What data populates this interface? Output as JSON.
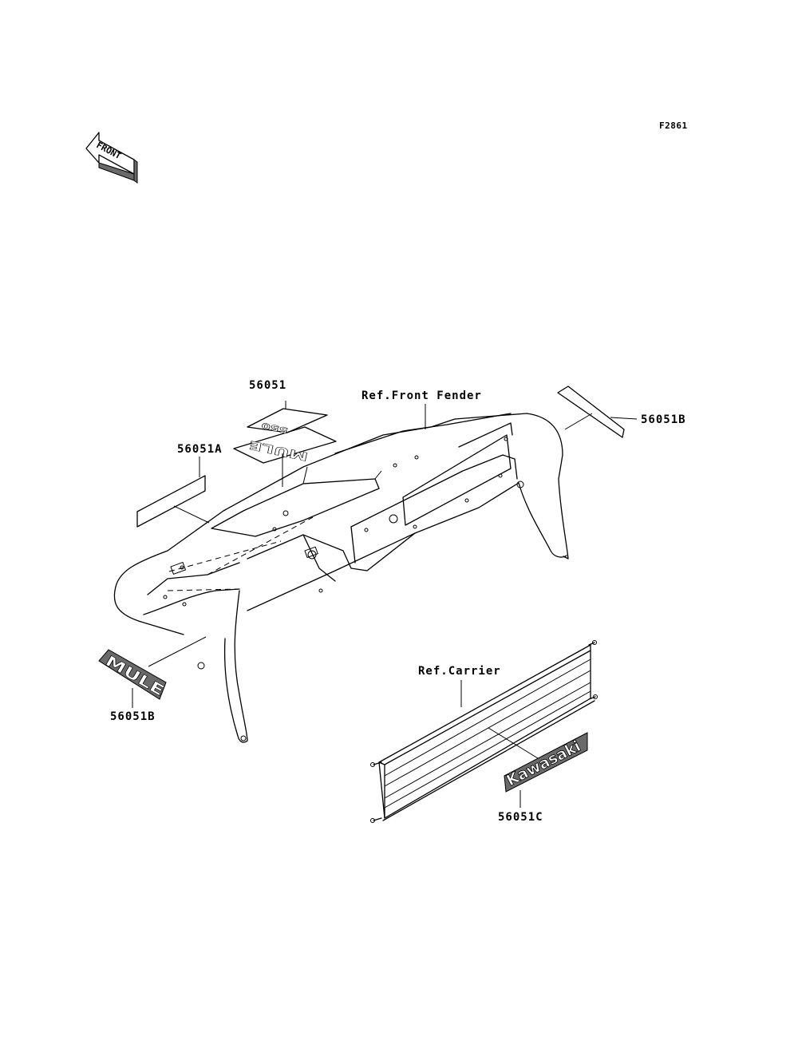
{
  "figure_code": "F2861",
  "front_arrow_label": "FRONT",
  "callouts": {
    "decal_main": "56051",
    "decal_a": "56051A",
    "decal_b_right": "56051B",
    "decal_b_left": "56051B",
    "decal_c": "56051C",
    "ref_front_fender": "Ref.Front Fender",
    "ref_carrier": "Ref.Carrier"
  },
  "decal_artwork": {
    "mule_emblem": "MULE",
    "mule_emblem_top": "MULE",
    "model_number": "550",
    "kawasaki_emblem": "Kawasaki"
  }
}
